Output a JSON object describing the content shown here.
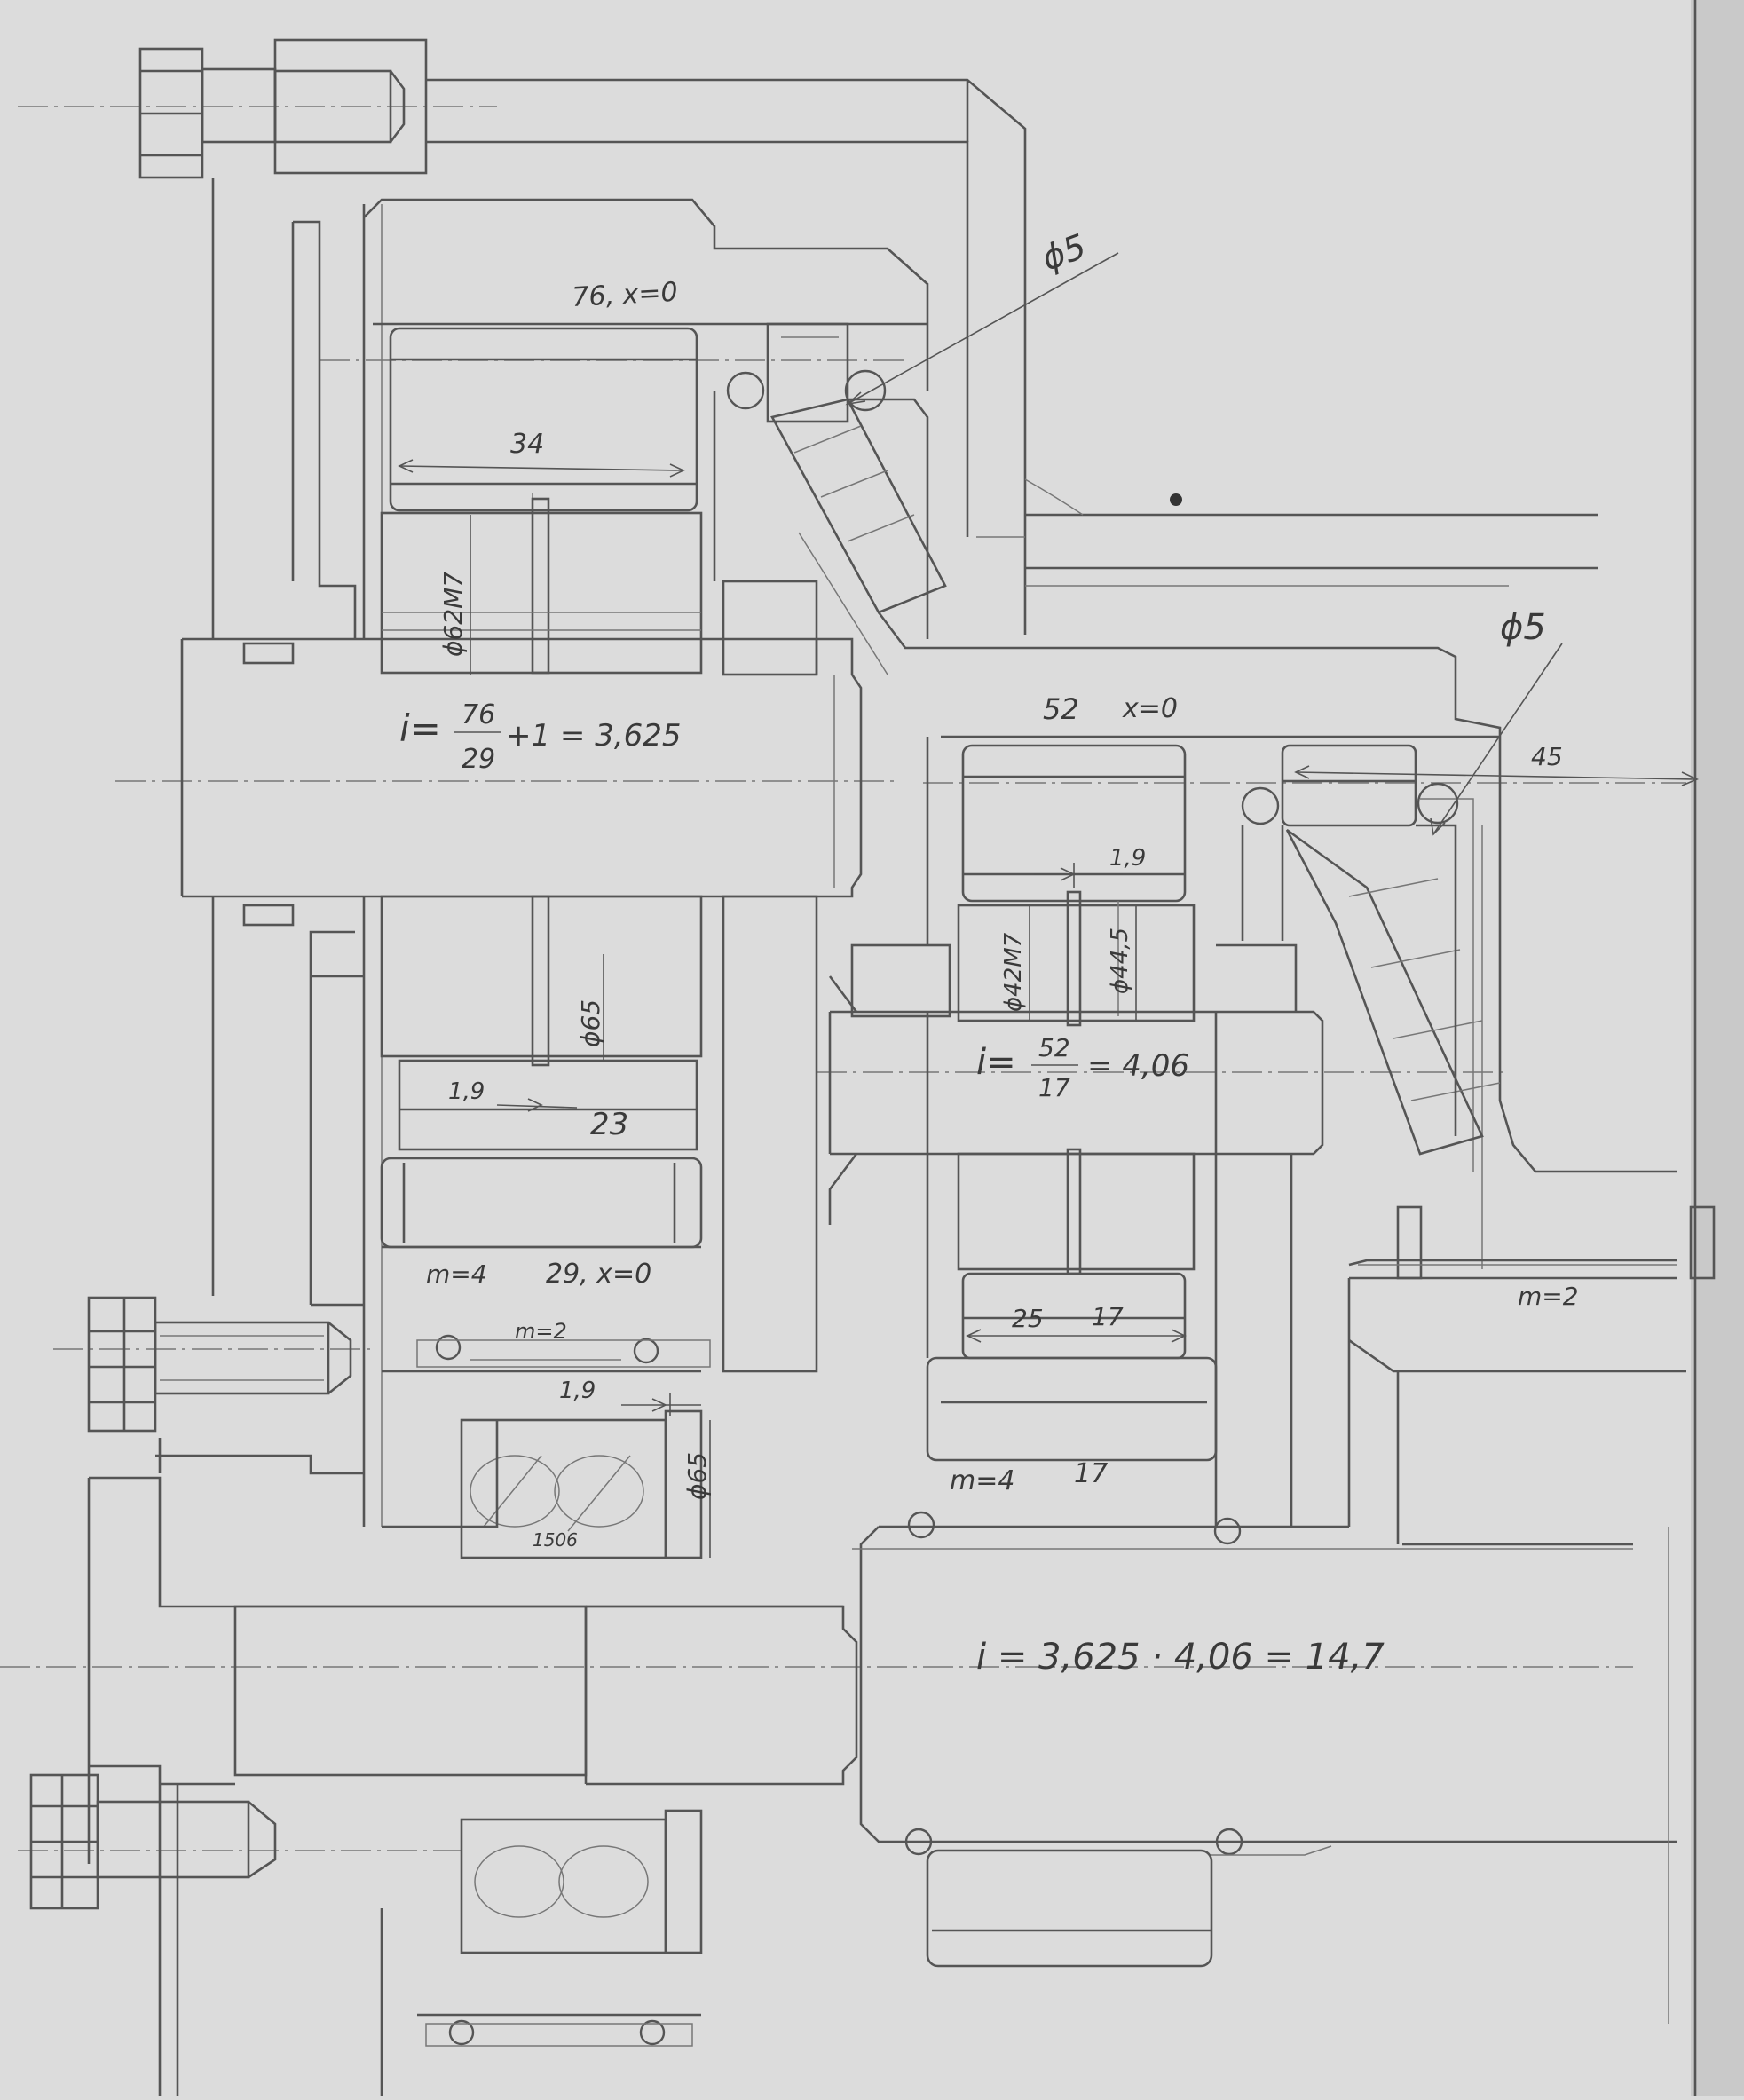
{
  "colors": {
    "paper": "#dcdcdc",
    "ink": "#555555",
    "text": "#3a3a3a"
  },
  "annotations": {
    "gear_76": "76, x=0",
    "dim_34": "34",
    "phi62m7": "ϕ62M7",
    "phi5_top": "ϕ5",
    "ratio1_i": "i=",
    "ratio1_num": "76",
    "ratio1_den": "29",
    "ratio1_rest": "+1 = 3,625",
    "phi65_mid": "ϕ65",
    "dim_19_a": "1,9",
    "dim_23": "23",
    "m4_a": "m=4",
    "gear_29": "29, x=0",
    "m2_a": "m=2",
    "dim_19_b": "1,9",
    "phi65_low": "ϕ65",
    "bearing_1506": "1506",
    "gear_52": "52",
    "x0_b": "x=0",
    "phi5_right": "ϕ5",
    "dim_45": "45",
    "dim_19_c": "1,9",
    "phi42m7": "ϕ42M7",
    "phi44_5": "ϕ44,5",
    "ratio2_i": "i=",
    "ratio2_num": "52",
    "ratio2_den": "17",
    "ratio2_rest": "= 4,06",
    "dim_25": "25",
    "dim_17_a": "17",
    "m4_b": "m=4",
    "dim_17_b": "17",
    "m2_b": "m=2",
    "ratio_total": "i = 3,625 · 4,06 = 14,7"
  }
}
